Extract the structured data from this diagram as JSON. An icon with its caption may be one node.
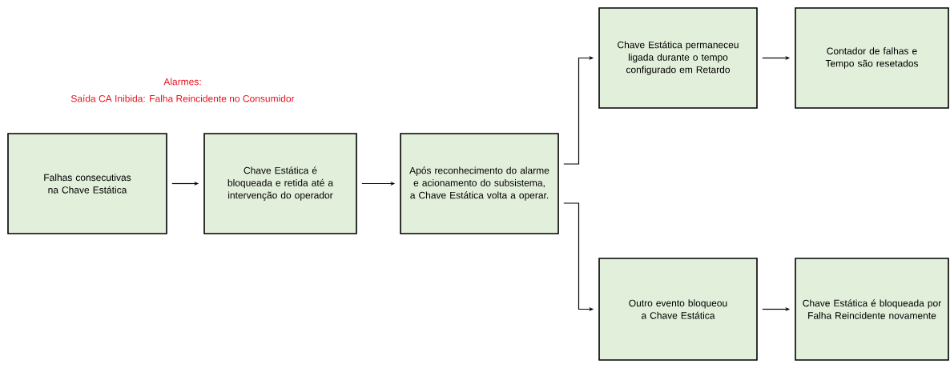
{
  "diagram": {
    "nodes": [
      {
        "text": [
          "Falhas consecutivas na Chave Estática"
        ]
      },
      {
        "text": [
          "Chave Estática é bloqueada e retida até a intervenção do operador"
        ]
      },
      {
        "text": [
          "Após reconhecimento do alarme e acionamento do subsistema, a Chave Estática volta a operar."
        ]
      },
      {
        "text": [
          "Chave Estática permaneceu ligada durante o tempo configurado em Retardo"
        ]
      },
      {
        "text": [
          "Contador de falhas e Tempo são resetados"
        ]
      },
      {
        "text": [
          "Outro evento bloqueou a Chave Estática"
        ]
      },
      {
        "text": [
          "Chave Estática é bloqueada por Falha Reincidente novamente"
        ]
      }
    ],
    "edges": [
      {
        "from": 0,
        "to": 1,
        "arrow": "to"
      },
      {
        "from": 1,
        "to": 2,
        "arrow": "to"
      },
      {
        "from": 2,
        "to": 3,
        "arrow": "to"
      },
      {
        "from": 3,
        "to": 4,
        "arrow": "to"
      },
      {
        "from": 2,
        "to": 5,
        "arrow": "to"
      },
      {
        "from": 5,
        "to": 6,
        "arrow": "to"
      }
    ],
    "labels": [
      "Alarmes:",
      "Saída CA Inibida: Falha Reincidente no Consumidor"
    ]
  }
}
